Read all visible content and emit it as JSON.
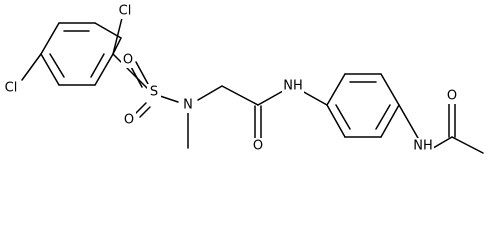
{
  "diagram": {
    "type": "chemical-structure",
    "atom_labels": {
      "cl_top": "Cl",
      "cl_left": "Cl",
      "sulfur": "S",
      "o_sulfonyl_left": "O",
      "o_sulfonyl_bottom": "O",
      "n_sulfonamide": "N",
      "o_amide": "O",
      "nh_amide": "NH",
      "nh_acetamide": "NH",
      "o_acetyl": "O"
    }
  }
}
